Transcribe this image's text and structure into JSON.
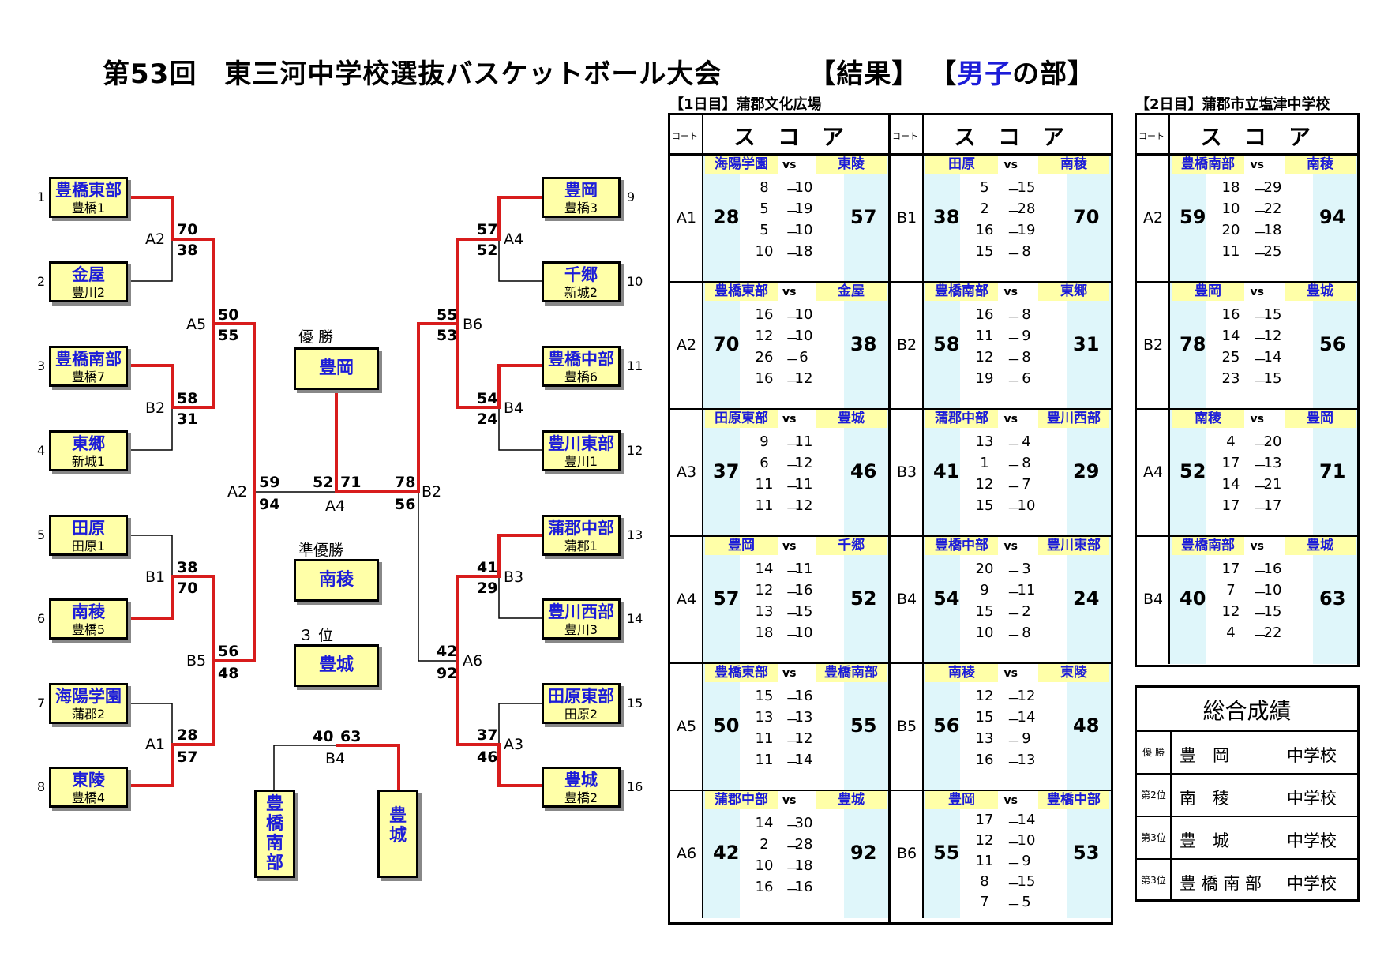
{
  "title": {
    "part1": "第53回　東三河中学校選抜バスケットボール大会",
    "bracket_open": "【結果】 【",
    "blue": "男子",
    "rest": "の部】"
  },
  "left_teams": [
    {
      "seed": "1",
      "name": "豊橋東部",
      "district": "豊橋1"
    },
    {
      "seed": "2",
      "name": "金屋",
      "district": "豊川2"
    },
    {
      "seed": "3",
      "name": "豊橋南部",
      "district": "豊橋7"
    },
    {
      "seed": "4",
      "name": "東郷",
      "district": "新城1"
    },
    {
      "seed": "5",
      "name": "田原",
      "district": "田原1"
    },
    {
      "seed": "6",
      "name": "南稜",
      "district": "豊橋5"
    },
    {
      "seed": "7",
      "name": "海陽学園",
      "district": "蒲郡2"
    },
    {
      "seed": "8",
      "name": "東陵",
      "district": "豊橋4"
    }
  ],
  "right_teams": [
    {
      "seed": "9",
      "name": "豊岡",
      "district": "豊橋3"
    },
    {
      "seed": "10",
      "name": "千郷",
      "district": "新城2"
    },
    {
      "seed": "11",
      "name": "豊橋中部",
      "district": "豊橋6"
    },
    {
      "seed": "12",
      "name": "豊川東部",
      "district": "豊川1"
    },
    {
      "seed": "13",
      "name": "蒲郡中部",
      "district": "蒲郡1"
    },
    {
      "seed": "14",
      "name": "豊川西部",
      "district": "豊川3"
    },
    {
      "seed": "15",
      "name": "田原東部",
      "district": "田原2"
    },
    {
      "seed": "16",
      "name": "豊城",
      "district": "豊橋2"
    }
  ],
  "awards": {
    "champion_label": "優 勝",
    "champion": "豊岡",
    "runner_label": "準優勝",
    "runner": "南稜",
    "third_label": "３ 位",
    "third": "豊城"
  },
  "third_place_teams": [
    "豊\n橋\n南\n部",
    "豊\n城"
  ],
  "bracket_labels": {
    "A2_top": "A2",
    "A5": "A5",
    "B2_left": "B2",
    "A2_mid": "A2",
    "B1": "B1",
    "B5": "B5",
    "A1": "A1",
    "A4_center": "A4",
    "B2_center": "B2",
    "A4_right": "A4",
    "B6": "B6",
    "B4_right": "B4",
    "B3": "B3",
    "A6": "A6",
    "A3": "A3",
    "B4_third": "B4"
  },
  "bracket_scores": {
    "s70": "70",
    "s38": "38",
    "s50": "50",
    "s55": "55",
    "s58": "58",
    "s31": "31",
    "s59": "59",
    "s94": "94",
    "s38b": "38",
    "s70b": "70",
    "s56": "56",
    "s48": "48",
    "s28": "28",
    "s57": "57",
    "s52": "52",
    "s71": "71",
    "s78": "78",
    "s56b": "56",
    "s57r": "57",
    "s52r": "52",
    "s55r": "55",
    "s53r": "53",
    "s54r": "54",
    "s24r": "24",
    "s41r": "41",
    "s29r": "29",
    "s42r": "42",
    "s92r": "92",
    "s37r": "37",
    "s46r": "46",
    "s40": "40",
    "s63": "63"
  },
  "day1": {
    "title": "【1日目】蒲郡文化広場",
    "court_hdr": "コート",
    "score_hdr": "スコア",
    "vs": "vs",
    "dash": "－",
    "colA": [
      {
        "court": "A1",
        "t1": "海陽学園",
        "t2": "東陵",
        "tot1": "28",
        "tot2": "57",
        "q1": [
          "8",
          "5",
          "5",
          "10"
        ],
        "q2": [
          "10",
          "19",
          "10",
          "18"
        ]
      },
      {
        "court": "A2",
        "t1": "豊橋東部",
        "t2": "金屋",
        "tot1": "70",
        "tot2": "38",
        "q1": [
          "16",
          "12",
          "26",
          "16"
        ],
        "q2": [
          "10",
          "10",
          "6",
          "12"
        ]
      },
      {
        "court": "A3",
        "t1": "田原東部",
        "t2": "豊城",
        "tot1": "37",
        "tot2": "46",
        "q1": [
          "9",
          "6",
          "11",
          "11"
        ],
        "q2": [
          "11",
          "12",
          "11",
          "12"
        ]
      },
      {
        "court": "A4",
        "t1": "豊岡",
        "t2": "千郷",
        "tot1": "57",
        "tot2": "52",
        "q1": [
          "14",
          "12",
          "13",
          "18"
        ],
        "q2": [
          "11",
          "16",
          "15",
          "10"
        ]
      },
      {
        "court": "A5",
        "t1": "豊橋東部",
        "t2": "豊橋南部",
        "tot1": "50",
        "tot2": "55",
        "q1": [
          "15",
          "13",
          "11",
          "11"
        ],
        "q2": [
          "16",
          "13",
          "12",
          "14"
        ]
      },
      {
        "court": "A6",
        "t1": "蒲郡中部",
        "t2": "豊城",
        "tot1": "42",
        "tot2": "92",
        "q1": [
          "14",
          "2",
          "10",
          "16"
        ],
        "q2": [
          "30",
          "28",
          "18",
          "16"
        ]
      }
    ],
    "colB": [
      {
        "court": "B1",
        "t1": "田原",
        "t2": "南稜",
        "tot1": "38",
        "tot2": "70",
        "q1": [
          "5",
          "2",
          "16",
          "15"
        ],
        "q2": [
          "15",
          "28",
          "19",
          "8"
        ]
      },
      {
        "court": "B2",
        "t1": "豊橋南部",
        "t2": "東郷",
        "tot1": "58",
        "tot2": "31",
        "q1": [
          "16",
          "11",
          "12",
          "19"
        ],
        "q2": [
          "8",
          "9",
          "8",
          "6"
        ]
      },
      {
        "court": "B3",
        "t1": "蒲郡中部",
        "t2": "豊川西部",
        "tot1": "41",
        "tot2": "29",
        "q1": [
          "13",
          "1",
          "12",
          "15"
        ],
        "q2": [
          "4",
          "8",
          "7",
          "10"
        ]
      },
      {
        "court": "B4",
        "t1": "豊橋中部",
        "t2": "豊川東部",
        "tot1": "54",
        "tot2": "24",
        "q1": [
          "20",
          "9",
          "15",
          "10"
        ],
        "q2": [
          "3",
          "11",
          "2",
          "8"
        ]
      },
      {
        "court": "B5",
        "t1": "南稜",
        "t2": "東陵",
        "tot1": "56",
        "tot2": "48",
        "q1": [
          "12",
          "15",
          "13",
          "16"
        ],
        "q2": [
          "12",
          "14",
          "9",
          "13"
        ]
      },
      {
        "court": "B6",
        "t1": "豊岡",
        "t2": "豊橋中部",
        "tot1": "55",
        "tot2": "53",
        "q1": [
          "17",
          "12",
          "11",
          "8",
          "7"
        ],
        "q2": [
          "14",
          "10",
          "9",
          "15",
          "5"
        ]
      }
    ]
  },
  "day2": {
    "title": "【2日目】蒲郡市立塩津中学校",
    "court_hdr": "コート",
    "score_hdr": "スコア",
    "games": [
      {
        "court": "A2",
        "t1": "豊橋南部",
        "t2": "南稜",
        "tot1": "59",
        "tot2": "94",
        "q1": [
          "18",
          "10",
          "20",
          "11"
        ],
        "q2": [
          "29",
          "22",
          "18",
          "25"
        ]
      },
      {
        "court": "B2",
        "t1": "豊岡",
        "t2": "豊城",
        "tot1": "78",
        "tot2": "56",
        "q1": [
          "16",
          "14",
          "25",
          "23"
        ],
        "q2": [
          "15",
          "12",
          "14",
          "15"
        ]
      },
      {
        "court": "A4",
        "t1": "南稜",
        "t2": "豊岡",
        "tot1": "52",
        "tot2": "71",
        "q1": [
          "4",
          "17",
          "14",
          "17"
        ],
        "q2": [
          "20",
          "13",
          "21",
          "17"
        ]
      },
      {
        "court": "B4",
        "t1": "豊橋南部",
        "t2": "豊城",
        "tot1": "40",
        "tot2": "63",
        "q1": [
          "17",
          "7",
          "12",
          "4"
        ],
        "q2": [
          "16",
          "10",
          "15",
          "22"
        ]
      }
    ]
  },
  "overall": {
    "title": "総合成績",
    "rows": [
      {
        "rank": "優 勝",
        "school": "豊　岡",
        "suffix": "中学校"
      },
      {
        "rank": "第2位",
        "school": "南　稜",
        "suffix": "中学校"
      },
      {
        "rank": "第3位",
        "school": "豊　城",
        "suffix": "中学校"
      },
      {
        "rank": "第3位",
        "school": "豊 橋 南 部",
        "suffix": "中学校"
      }
    ]
  },
  "colors": {
    "win": "#d81c1c",
    "line": "#000000",
    "team_bg": "#ffffa8",
    "blue": "#1c1cd8",
    "cyan": "#dff6fa"
  }
}
